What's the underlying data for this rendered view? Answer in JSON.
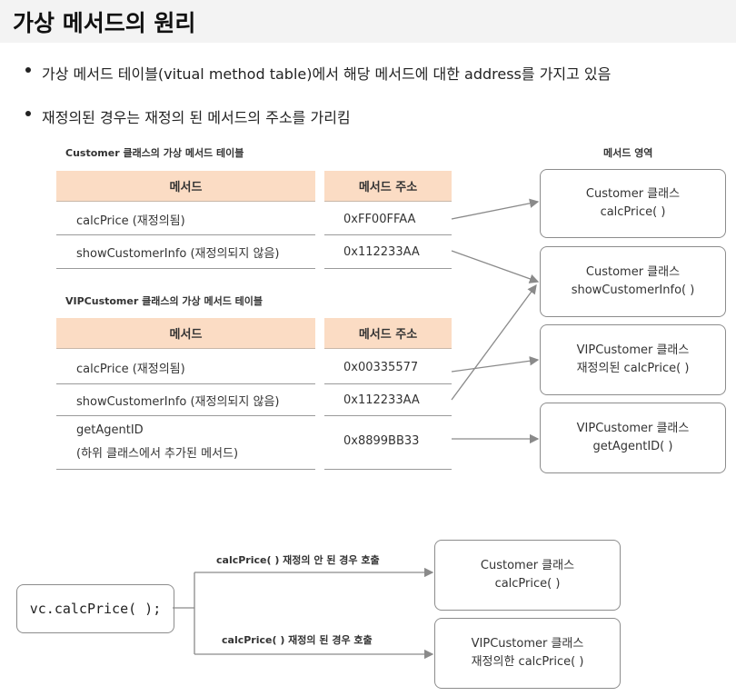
{
  "title": "가상 메서드의 원리",
  "bullets": [
    "가상 메서드 테이블(vitual method table)에서 해당 메서드에 대한 address를 가지고 있음",
    "재정의된 경우는 재정의 된 메서드의 주소를 가리킴"
  ],
  "customer_table": {
    "caption": "Customer 클래스의 가상 메서드 테이블",
    "headers": [
      "메서드",
      "메서드 주소"
    ],
    "rows": [
      {
        "method": "calcPrice (재정의됨)",
        "address": "0xFF00FFAA"
      },
      {
        "method": "showCustomerInfo (재정의되지 않음)",
        "address": "0x112233AA"
      }
    ]
  },
  "vip_table": {
    "caption": "VIPCustomer 클래스의 가상 메서드 테이블",
    "headers": [
      "메서드",
      "메서드 주소"
    ],
    "rows": [
      {
        "method": "calcPrice (재정의됨)",
        "address": "0x00335577"
      },
      {
        "method": "showCustomerInfo (재정의되지 않음)",
        "address": "0x112233AA"
      },
      {
        "method": "getAgentID",
        "method2": "(하위 클래스에서 추가된 메서드)",
        "address": "0x8899BB33"
      }
    ]
  },
  "method_area": {
    "caption": "메서드 영역",
    "boxes": [
      {
        "line1": "Customer 클래스",
        "line2": "calcPrice( )"
      },
      {
        "line1": "Customer 클래스",
        "line2": "showCustomerInfo( )"
      },
      {
        "line1": "VIPCustomer 클래스",
        "line2": "재정의된 calcPrice( )"
      },
      {
        "line1": "VIPCustomer 클래스",
        "line2": "getAgentID( )"
      }
    ]
  },
  "call_diagram": {
    "code": "vc.calcPrice( );",
    "label_top": "calcPrice( ) 재정의 안 된 경우 호출",
    "label_bottom": "calcPrice( ) 재정의 된 경우 호출",
    "box_top": {
      "line1": "Customer 클래스",
      "line2": "calcPrice( )"
    },
    "box_bottom": {
      "line1": "VIPCustomer 클래스",
      "line2": "재정의한 calcPrice( )"
    }
  }
}
